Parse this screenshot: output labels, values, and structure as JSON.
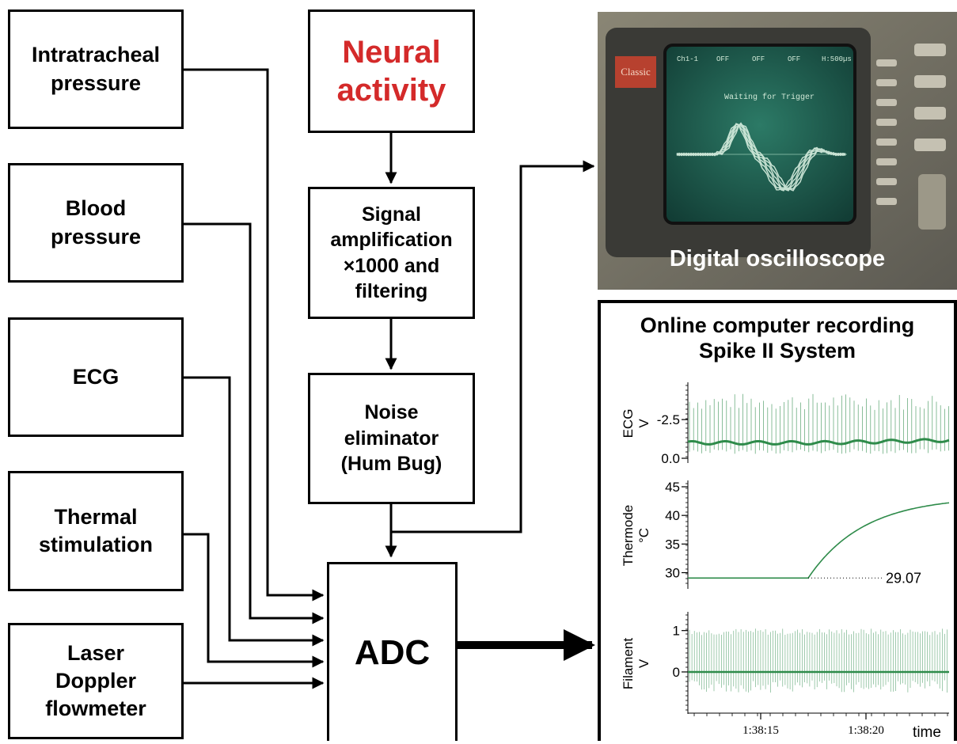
{
  "boxes": {
    "intratracheal": "Intratracheal\npressure",
    "blood": "Blood\npressure",
    "ecg": "ECG",
    "thermal": "Thermal\nstimulation",
    "laser": "Laser\nDoppler\nflowmeter",
    "neural": "Neural\nactivity",
    "amplification": "Signal\namplification\n×1000 and\nfiltering",
    "noise": "Noise\neliminator\n(Hum Bug)",
    "adc": "ADC"
  },
  "colors": {
    "neural_text": "#d42a2a",
    "trace": "#2e8b4a",
    "screen": "#1f5a4e"
  },
  "oscilloscope": {
    "caption": "Digital oscilloscope",
    "screen_header": [
      "Ch1-1",
      "OFF",
      "OFF",
      "OFF",
      "H:500µs"
    ],
    "screen_message": "Waiting for Trigger",
    "brand": "Classic"
  },
  "recording": {
    "title": "Online computer recording\nSpike II System",
    "time_label": "time",
    "chart_data": [
      {
        "type": "line",
        "name": "ECG",
        "ylabel": "ECG",
        "unit": "V",
        "y_ticks": [
          -2.5,
          0.0
        ],
        "y_tick_labels": [
          "-2.5",
          "0.0"
        ],
        "ylim": [
          0.0,
          -4.5
        ],
        "baseline": -1.0,
        "spike_min": -1.5,
        "spike_max": -4.2
      },
      {
        "type": "line",
        "name": "Thermode",
        "ylabel": "Thermode",
        "unit": "°C",
        "y_ticks": [
          30,
          35,
          40,
          45
        ],
        "y_tick_labels": [
          "30",
          "35",
          "40",
          "45"
        ],
        "ylim": [
          28,
          45
        ],
        "start_value": 29.07,
        "end_value": 42.2,
        "annotation": "29.07"
      },
      {
        "type": "line",
        "name": "Filament",
        "ylabel": "Filament",
        "unit": "V",
        "y_ticks": [
          1,
          0
        ],
        "y_tick_labels": [
          "1",
          "0"
        ],
        "ylim": [
          -0.9,
          1.3
        ],
        "baseline": 0.0,
        "spike_top": 1.05,
        "spike_bottom": -0.5
      }
    ],
    "x_tick_labels": [
      "1:38:15",
      "1:38:20"
    ]
  }
}
